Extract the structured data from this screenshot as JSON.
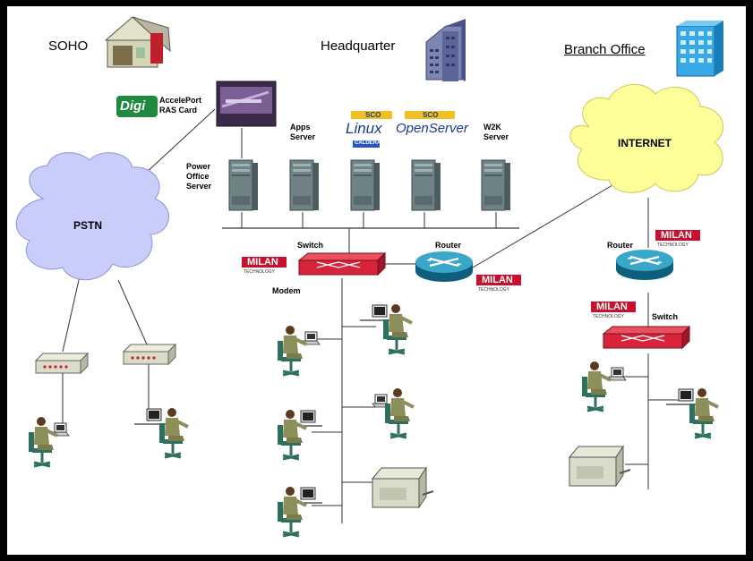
{
  "locations": {
    "soho": "SOHO",
    "headquarter": "Headquarter",
    "branch": "Branch Office"
  },
  "cloud_labels": {
    "pstn": "PSTN",
    "internet": "INTERNET"
  },
  "device_labels": {
    "accelport_line1": "AccelePort",
    "accelport_line2": "RAS Card",
    "power_office_1": "Power",
    "power_office_2": "Office",
    "power_office_3": "Server",
    "apps_1": "Apps",
    "apps_2": "Server",
    "w2k_1": "W2K",
    "w2k_2": "Server",
    "hq_switch": "Switch",
    "hq_router": "Router",
    "hq_modem": "Modem",
    "branch_router": "Router",
    "branch_switch": "Switch"
  },
  "brands": {
    "digi": "Digi",
    "milan": "MILAN",
    "milan_tech": "TECHNOLOGY",
    "sco": "SCO",
    "linux": "Linux",
    "caldera": "CALDERA",
    "openserver": "OpenServer"
  },
  "colors": {
    "cloud_pstn": "#c9cdfa",
    "cloud_internet": "#ffff99",
    "switch_red": "#d8243a",
    "router_teal": "#1f7fa0",
    "server_gray": "#6f8285",
    "milan_red": "#c8102e",
    "digi_green": "#1e8a3e"
  }
}
